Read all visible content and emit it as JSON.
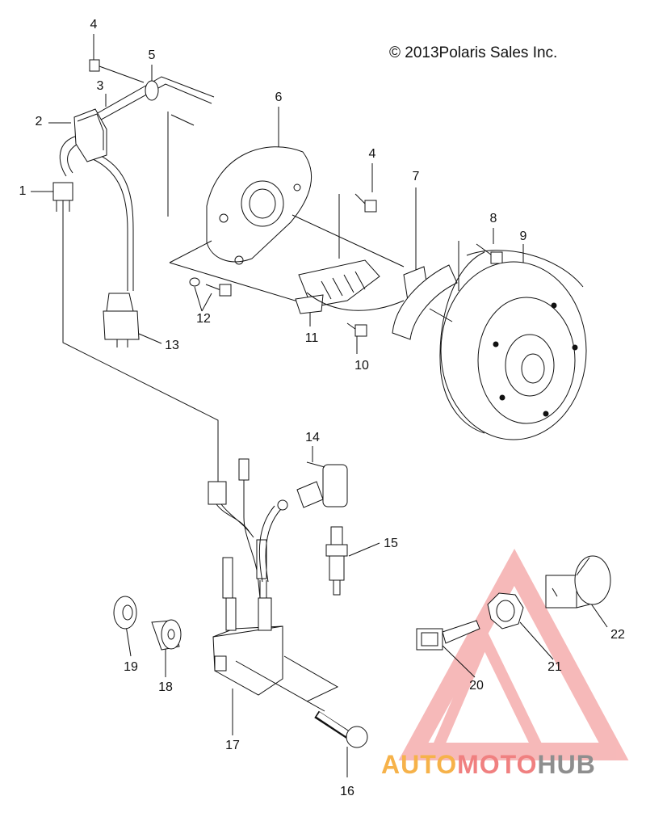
{
  "copyright": "© 2013Polaris Sales Inc.",
  "callouts": [
    "1",
    "2",
    "3",
    "4",
    "4",
    "5",
    "6",
    "7",
    "8",
    "9",
    "10",
    "11",
    "12",
    "13",
    "14",
    "15",
    "16",
    "17",
    "18",
    "19",
    "20",
    "21",
    "22"
  ],
  "watermark": {
    "part1": "AUTO",
    "part2": "MOTO",
    "part3": "HUB"
  },
  "colors": {
    "line": "#111111",
    "shade": "#888888",
    "watermark_red": "#f08080",
    "watermark_orange": "#f6b24a",
    "watermark_gray": "#8e8e8e"
  }
}
